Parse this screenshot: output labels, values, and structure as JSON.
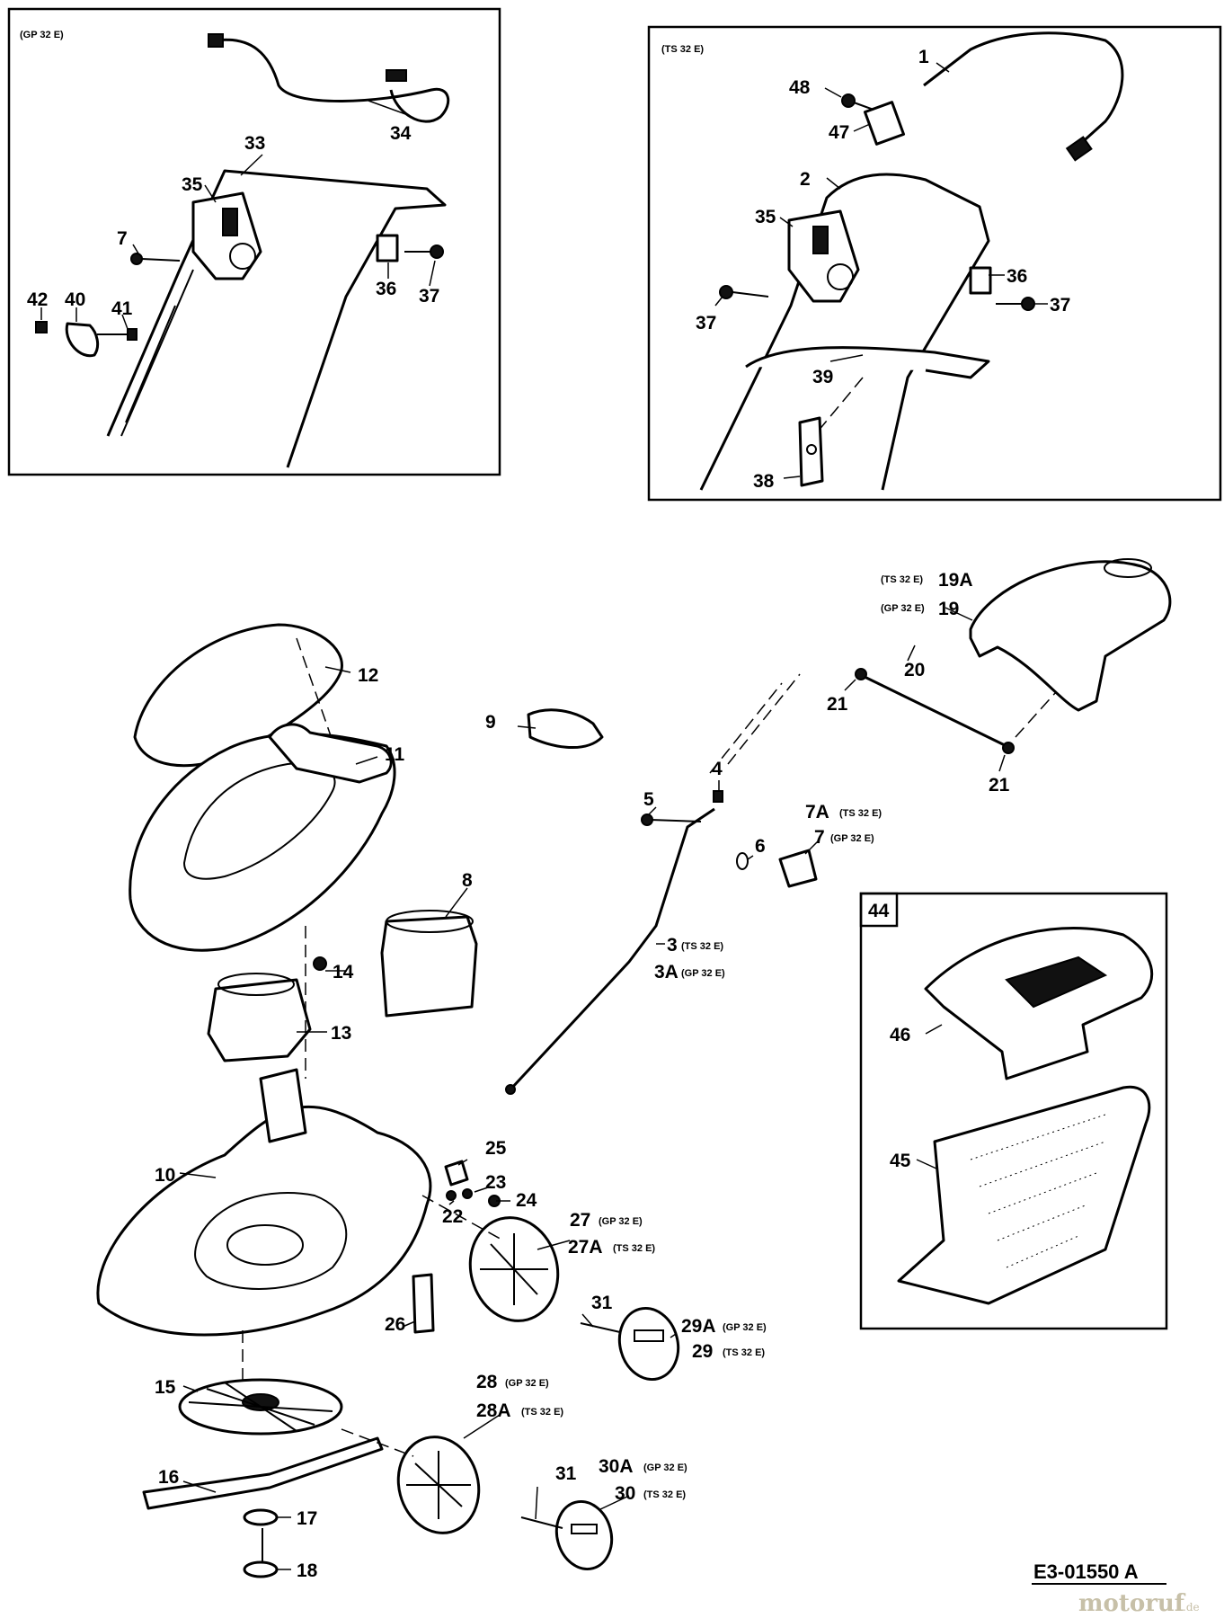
{
  "panels": {
    "gp": {
      "label": "(GP 32 E)"
    },
    "ts": {
      "label": "(TS 32 E)"
    },
    "basket": {
      "label": "44"
    }
  },
  "callouts": {
    "c1": {
      "num": "1"
    },
    "c2": {
      "num": "2"
    },
    "c3": {
      "num": "3",
      "tag": "(TS 32 E)"
    },
    "c3a": {
      "num": "3A",
      "tag": "(GP 32 E)"
    },
    "c4": {
      "num": "4"
    },
    "c5": {
      "num": "5"
    },
    "c6": {
      "num": "6"
    },
    "c7gp": {
      "num": "7"
    },
    "c7": {
      "num": "7",
      "tag": "(GP 32 E)"
    },
    "c7a": {
      "num": "7A",
      "tag": "(TS 32 E)"
    },
    "c8": {
      "num": "8"
    },
    "c9": {
      "num": "9"
    },
    "c10": {
      "num": "10"
    },
    "c11": {
      "num": "11"
    },
    "c12": {
      "num": "12"
    },
    "c13": {
      "num": "13"
    },
    "c14": {
      "num": "14"
    },
    "c15": {
      "num": "15"
    },
    "c16": {
      "num": "16"
    },
    "c17": {
      "num": "17"
    },
    "c18": {
      "num": "18"
    },
    "c19": {
      "num": "19",
      "tag": "(GP 32 E)"
    },
    "c19a": {
      "num": "19A",
      "tag": "(TS 32 E)"
    },
    "c20": {
      "num": "20"
    },
    "c21a": {
      "num": "21"
    },
    "c21b": {
      "num": "21"
    },
    "c22": {
      "num": "22"
    },
    "c23": {
      "num": "23"
    },
    "c24": {
      "num": "24"
    },
    "c25": {
      "num": "25"
    },
    "c26": {
      "num": "26"
    },
    "c27": {
      "num": "27",
      "tag": "(GP 32 E)"
    },
    "c27a": {
      "num": "27A",
      "tag": "(TS 32 E)"
    },
    "c28": {
      "num": "28",
      "tag": "(GP 32 E)"
    },
    "c28a": {
      "num": "28A",
      "tag": "(TS 32 E)"
    },
    "c29a": {
      "num": "29A",
      "tag": "(GP 32 E)"
    },
    "c29": {
      "num": "29",
      "tag": "(TS 32 E)"
    },
    "c30a": {
      "num": "30A",
      "tag": "(GP 32 E)"
    },
    "c30": {
      "num": "30",
      "tag": "(TS 32 E)"
    },
    "c31a": {
      "num": "31"
    },
    "c31b": {
      "num": "31"
    },
    "c33": {
      "num": "33"
    },
    "c34": {
      "num": "34"
    },
    "c35gp": {
      "num": "35"
    },
    "c35ts": {
      "num": "35"
    },
    "c36gp": {
      "num": "36"
    },
    "c36ts": {
      "num": "36"
    },
    "c37gp": {
      "num": "37"
    },
    "c37ts1": {
      "num": "37"
    },
    "c37ts2": {
      "num": "37"
    },
    "c38": {
      "num": "38"
    },
    "c39": {
      "num": "39"
    },
    "c40": {
      "num": "40"
    },
    "c41": {
      "num": "41"
    },
    "c42": {
      "num": "42"
    },
    "c45": {
      "num": "45"
    },
    "c46": {
      "num": "46"
    },
    "c47": {
      "num": "47"
    },
    "c48": {
      "num": "48"
    }
  },
  "footer": {
    "drawing_code": "E3-01550 A",
    "watermark_main": "motoruf",
    "watermark_suffix": ".de"
  }
}
